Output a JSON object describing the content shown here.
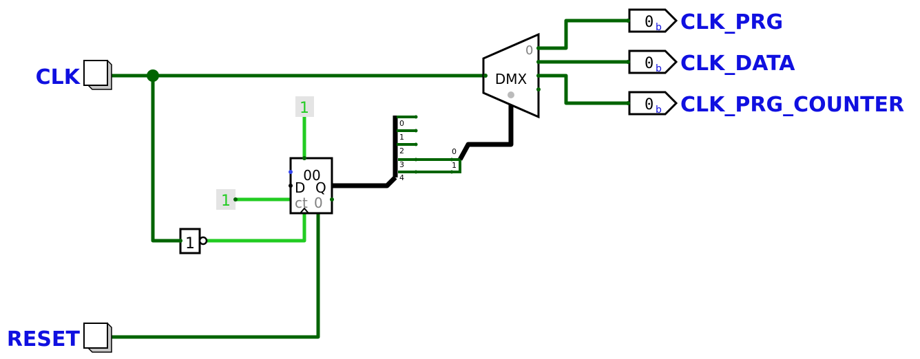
{
  "inputs": {
    "clk": {
      "label": "CLK"
    },
    "reset": {
      "label": "RESET"
    }
  },
  "constants": {
    "top": "1",
    "left": "1"
  },
  "not_gate": {
    "label": "1"
  },
  "counter": {
    "value": "00",
    "d_label": "D",
    "q_label": "Q",
    "ct_label": "ct",
    "zero_label": "0"
  },
  "splitter": {
    "in_labels": [
      "0",
      "1",
      "2",
      "3",
      "4"
    ],
    "out_labels": [
      "0",
      "1"
    ]
  },
  "demux": {
    "label": "DMX",
    "sel_label": "0"
  },
  "outputs": [
    {
      "label": "CLK_PRG",
      "value": "0",
      "sub": "b"
    },
    {
      "label": "CLK_DATA",
      "value": "0",
      "sub": "b"
    },
    {
      "label": "CLK_PRG_COUNTER",
      "value": "0",
      "sub": "b"
    }
  ],
  "colors": {
    "wire_dark": "#006400",
    "wire_light": "#22cc22",
    "bus": "#000000",
    "label_blue": "#1010e0"
  }
}
